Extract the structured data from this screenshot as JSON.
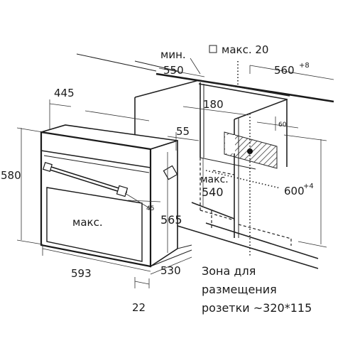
{
  "diagram": {
    "labels": {
      "min_label": "мин.",
      "max_20": "макс. 20",
      "d550": "550",
      "d560": "560",
      "d560_tol": "+8",
      "d445": "445",
      "d180": "180",
      "d60": "60",
      "d55": "55",
      "d580": "580",
      "max_mid": "макс.",
      "d540": "540",
      "d600": "600",
      "d600_tol": "+4",
      "d45": "45",
      "max_left": "макс.",
      "d565": "565",
      "d593": "593",
      "d530": "530",
      "d22": "22"
    },
    "caption": {
      "line1": "Зона для",
      "line2": "размещения",
      "line3": "розетки ~320*115"
    }
  }
}
